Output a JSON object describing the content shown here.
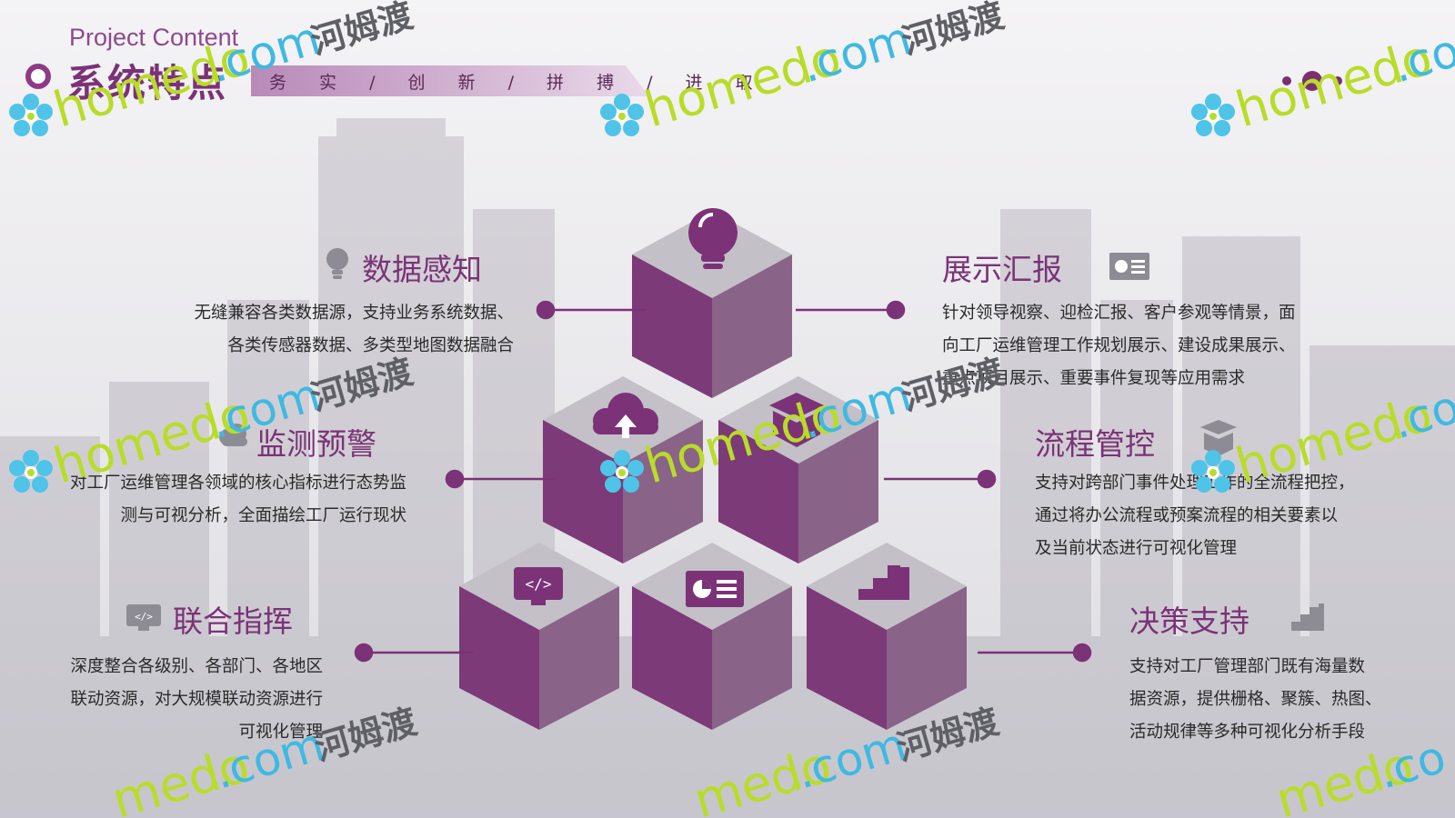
{
  "header": {
    "title_en": "Project Content",
    "title_cn": "系统特点",
    "slogan": "务 实 / 创 新 / 拼 搏 / 进 取"
  },
  "features": [
    {
      "id": "data-sensing",
      "title": "数据感知",
      "icon": "lightbulb-icon",
      "lines": [
        "无缝兼容各类数据源，支持业务系统数据、",
        "各类传感器数据、多类型地图数据融合"
      ]
    },
    {
      "id": "monitoring",
      "title": "监测预警",
      "icon": "cloud-upload-icon",
      "lines": [
        "对工厂运维管理各领域的核心指标进行态势监",
        "测与可视分析，全面描绘工厂运行现状"
      ]
    },
    {
      "id": "joint-command",
      "title": "联合指挥",
      "icon": "code-monitor-icon",
      "lines": [
        "深度整合各级别、各部门、各地区",
        "联动资源，对大规模联动资源进行",
        "可视化管理"
      ]
    },
    {
      "id": "display-report",
      "title": "展示汇报",
      "icon": "presentation-icon",
      "lines": [
        "针对领导视察、迎检汇报、客户参观等情景，面",
        "向工厂运维管理工作规划展示、建设成果展示、",
        "重点项目展示、重要事件复现等应用需求"
      ]
    },
    {
      "id": "process-control",
      "title": "流程管控",
      "icon": "open-box-icon",
      "lines": [
        "支持对跨部门事件处理工作的全流程把控，",
        "通过将办公流程或预案流程的相关要素以",
        "及当前状态进行可视化管理"
      ]
    },
    {
      "id": "decision-support",
      "title": "决策支持",
      "icon": "stairs-icon",
      "lines": [
        "支持对工厂管理部门既有海量数",
        "据资源，提供栅格、聚簇、热图、",
        "活动规律等多种可视化分析手段"
      ]
    }
  ],
  "watermark": {
    "brand": "homedo",
    "domain": ".com",
    "cn": "河姆渡",
    "brand_short": "medo",
    "domain_short": ".co"
  },
  "colors": {
    "accent": "#7b3277",
    "cube_light": "#7c3a78",
    "cube_mid": "#8a6389",
    "cube_top": "#bfbcc3"
  }
}
